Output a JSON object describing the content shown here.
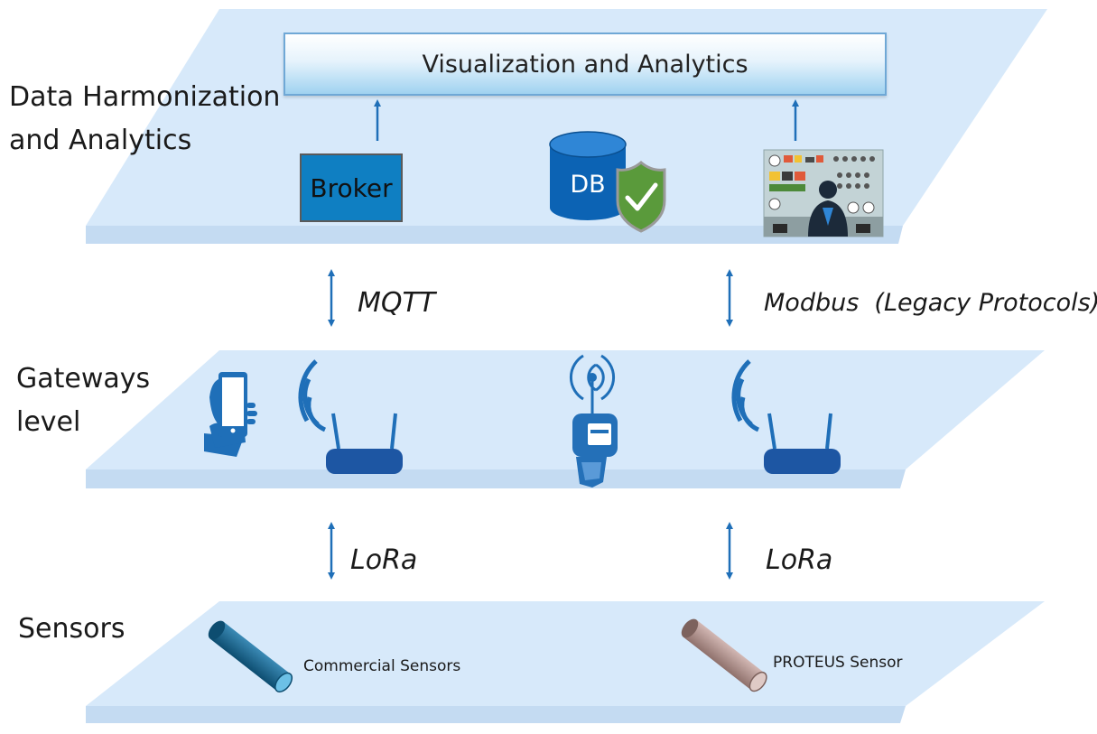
{
  "layers": {
    "top": {
      "label_line1": "Data Harmonization",
      "label_line2": "and Analytics"
    },
    "middle": {
      "label_line1": "Gateways",
      "label_line2": "level"
    },
    "bottom": {
      "label": "Sensors"
    }
  },
  "visualization_bar": {
    "label": "Visualization and Analytics"
  },
  "broker": {
    "label": "Broker"
  },
  "database": {
    "label": "DB"
  },
  "protocols": {
    "top_left": "MQTT",
    "top_right": "Modbus  (Legacy Protocols)",
    "bottom_left": "LoRa",
    "bottom_right": "LoRa"
  },
  "sensors": {
    "left_label": "Commercial Sensors",
    "right_label": "PROTEUS Sensor"
  },
  "colors": {
    "layer_fill": "#d7e9fa",
    "arrow": "#1f6fb8",
    "commercial_sensor": "#1c6a93",
    "proteus_sensor": "#b89a96"
  },
  "icons": [
    "shield-check-icon",
    "control-panel-icon",
    "smartphone-icon",
    "wifi-router-icon",
    "wireless-meter-icon"
  ]
}
